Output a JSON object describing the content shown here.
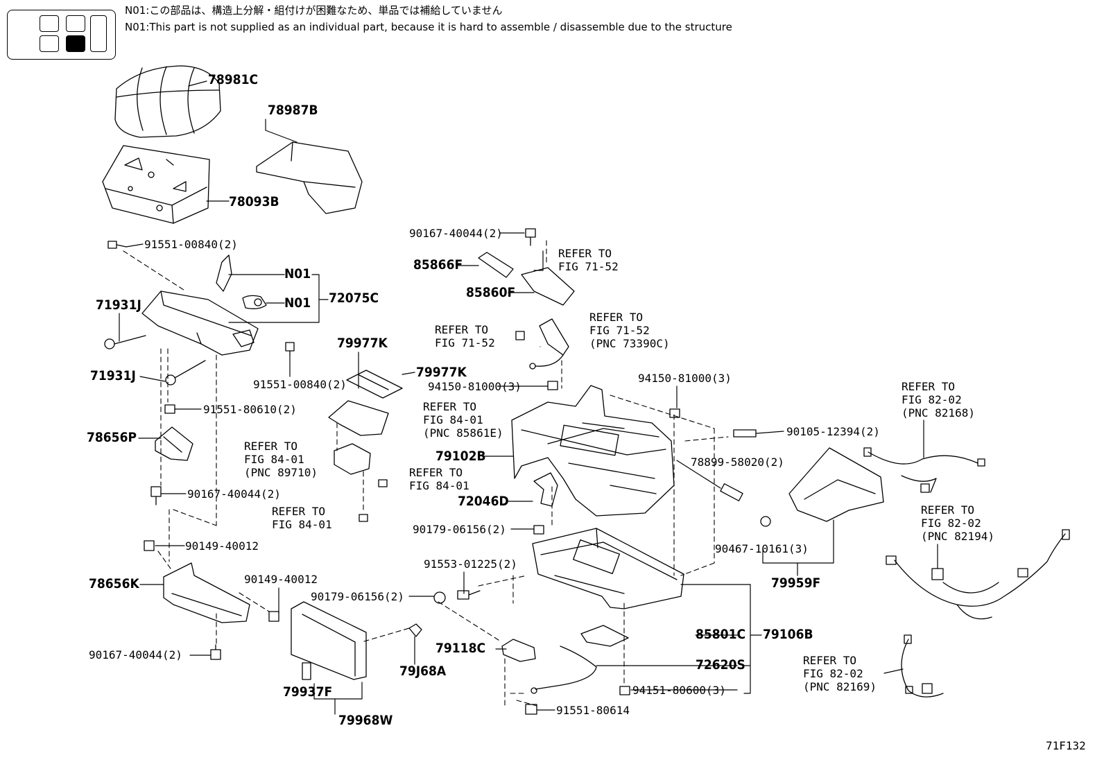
{
  "thumbnail": {
    "highlight_color": "#000000"
  },
  "notes": {
    "jp": "N01:この部品は、構造上分解・組付けが困難なため、単品では補給していません",
    "en": "N01:This part is not supplied as an individual part, because it is hard to assemble / disassemble due to the structure"
  },
  "figure_id": "71F132",
  "labels": {
    "l78981C": "78981C",
    "l78987B": "78987B",
    "l78093B": "78093B",
    "l91551_00840a": "91551-00840(2)",
    "lN01a": "N01",
    "lN01b": "N01",
    "l72075C": "72075C",
    "l71931Ja": "71931J",
    "l71931Jb": "71931J",
    "l91551_00840b": "91551-00840(2)",
    "l91551_80610": "91551-80610(2)",
    "l78656P": "78656P",
    "l90167_40044a": "90167-40044(2)",
    "l90149_40012a": "90149-40012",
    "l78656K": "78656K",
    "l90149_40012b": "90149-40012",
    "l90167_40044b": "90167-40044(2)",
    "l79977Ka": "79977K",
    "l79977Kb": "79977K",
    "l94150_81000a": "94150-81000(3)",
    "l94150_81000b": "94150-81000(3)",
    "l79102B": "79102B",
    "l72046D": "72046D",
    "l90179_06156a": "90179-06156(2)",
    "l91553_01225": "91553-01225(2)",
    "l90179_06156b": "90179-06156(2)",
    "l79937F": "79937F",
    "l79968W": "79968W",
    "l79J68A": "79J68A",
    "l79118C": "79118C",
    "l91551_80614": "91551-80614",
    "l90167_40044c": "90167-40044(2)",
    "l85866F": "85866F",
    "l85860F": "85860F",
    "l85801C": "85801C",
    "l79106B": "79106B",
    "l72620S": "72620S",
    "l94151_80600": "94151-80600(3)",
    "l90105_12394": "90105-12394(2)",
    "l78899_58020": "78899-58020(2)",
    "l90467_10161": "90467-10161(3)",
    "l79959F": "79959F"
  },
  "refers": {
    "r1": [
      "REFER TO",
      "FIG 71-52"
    ],
    "r2": [
      "REFER TO",
      "FIG 71-52"
    ],
    "r3": [
      "REFER TO",
      "FIG 71-52",
      "(PNC 73390C)"
    ],
    "r4": [
      "REFER TO",
      "FIG 84-01",
      "(PNC 85861E)"
    ],
    "r5": [
      "REFER TO",
      "FIG 84-01",
      "(PNC 89710)"
    ],
    "r6": [
      "REFER TO",
      "FIG 84-01"
    ],
    "r7": [
      "REFER TO",
      "FIG 84-01"
    ],
    "r8": [
      "REFER TO",
      "FIG 82-02",
      "(PNC 82168)"
    ],
    "r9": [
      "REFER TO",
      "FIG 82-02",
      "(PNC 82194)"
    ],
    "r10": [
      "REFER TO",
      "FIG 82-02",
      "(PNC 82169)"
    ]
  }
}
